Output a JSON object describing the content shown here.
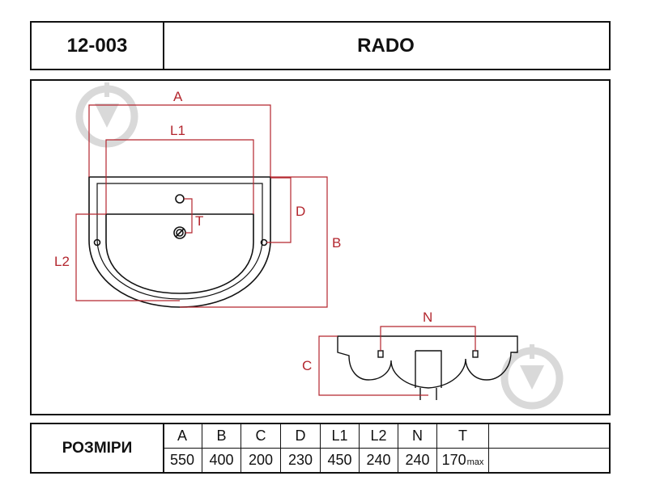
{
  "header": {
    "code": "12-003",
    "model": "RADO"
  },
  "dimension_labels": {
    "A": "A",
    "L1": "L1",
    "D": "D",
    "T": "T",
    "B": "B",
    "L2": "L2",
    "N": "N",
    "C": "C"
  },
  "table": {
    "title": "РОЗМІРИ",
    "headers": [
      "A",
      "B",
      "C",
      "D",
      "L1",
      "L2",
      "N",
      "T",
      ""
    ],
    "values": [
      "550",
      "400",
      "200",
      "230",
      "450",
      "240",
      "240",
      "170",
      ""
    ],
    "t_unit": "max"
  },
  "colors": {
    "dimension": "#b3262e",
    "outline": "#111111",
    "watermark": "#d9d9d9"
  },
  "icons": [
    "watermark-drop-icon"
  ]
}
